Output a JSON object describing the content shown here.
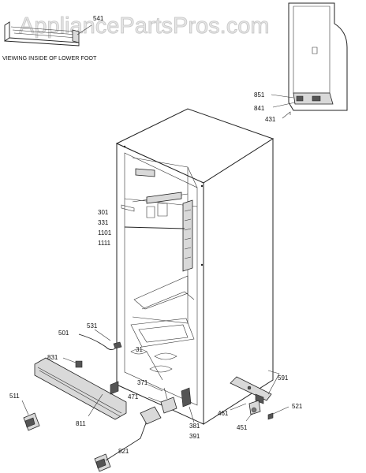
{
  "watermark": "AppliancePartsPros.com",
  "inset_caption": "VIEWING INSIDE OF LOWER FOOT",
  "callouts": {
    "c541": "541",
    "c851": "851",
    "c841": "841",
    "c431": "431",
    "c301": "301",
    "c331": "331",
    "c1101": "1101",
    "c1111": "1111",
    "c501": "501",
    "c531": "531",
    "c831": "831",
    "c511": "511",
    "c811": "811",
    "c31": "31",
    "c371": "371",
    "c471": "471",
    "c381": "381",
    "c391": "391",
    "c821": "821",
    "c591": "591",
    "c521": "521",
    "c461": "461",
    "c451": "451"
  }
}
